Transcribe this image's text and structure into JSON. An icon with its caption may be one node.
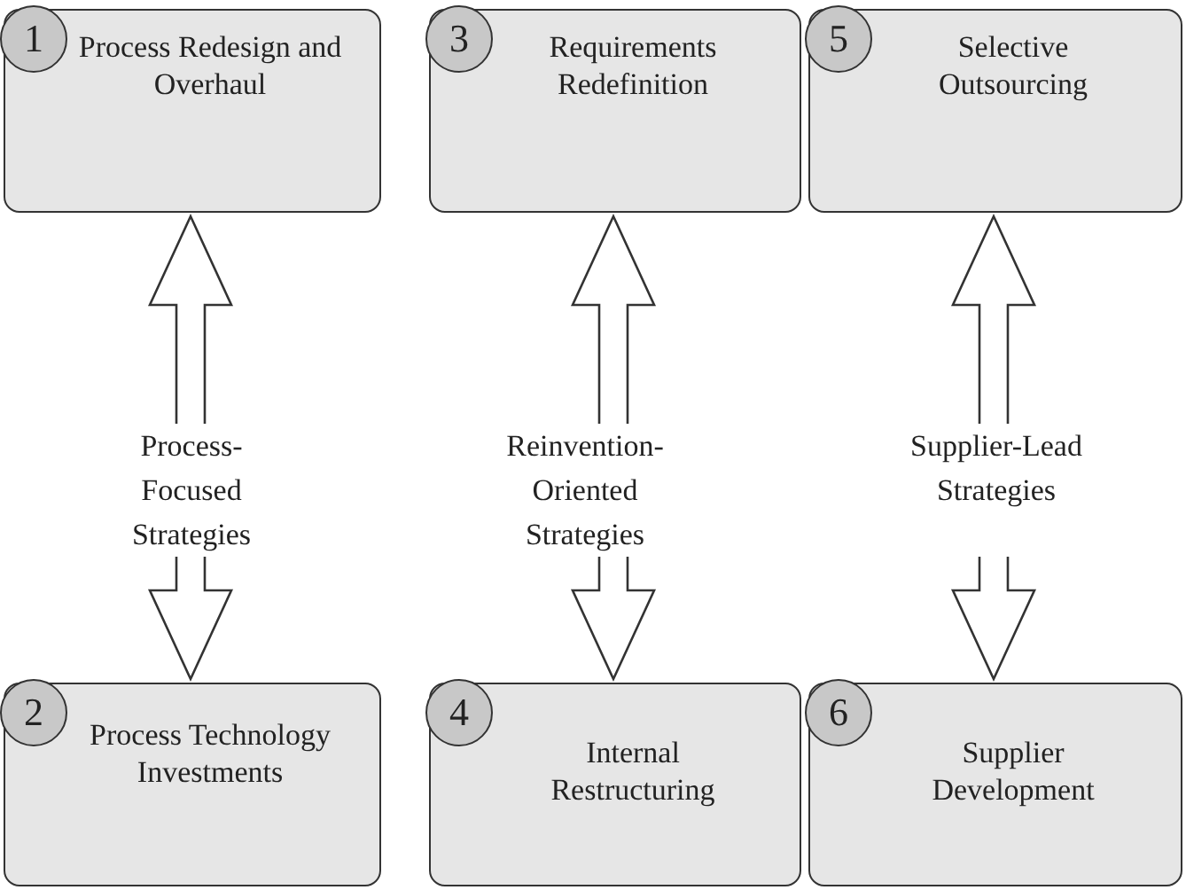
{
  "diagram": {
    "nodes": [
      {
        "text": [
          "1",
          "Process Redesign and Overhaul"
        ]
      },
      {
        "text": [
          "Process-Focused Strategies"
        ]
      },
      {
        "text": [
          "2",
          "Process Technology Investments"
        ]
      },
      {
        "text": [
          "3",
          "Requirements Redefinition"
        ]
      },
      {
        "text": [
          "Reinvention-Oriented Strategies"
        ]
      },
      {
        "text": [
          "4",
          "Internal Restructuring"
        ]
      },
      {
        "text": [
          "5",
          "Selective Outsourcing"
        ]
      },
      {
        "text": [
          "Supplier-Lead Strategies"
        ]
      },
      {
        "text": [
          "6",
          "Supplier Development"
        ]
      }
    ],
    "edges": [
      {
        "from": 1,
        "to": 0,
        "arrow": "to"
      },
      {
        "from": 1,
        "to": 2,
        "arrow": "to"
      },
      {
        "from": 4,
        "to": 3,
        "arrow": "to"
      },
      {
        "from": 4,
        "to": 5,
        "arrow": "to"
      },
      {
        "from": 7,
        "to": 6,
        "arrow": "to"
      },
      {
        "from": 7,
        "to": 8,
        "arrow": "to"
      }
    ]
  }
}
